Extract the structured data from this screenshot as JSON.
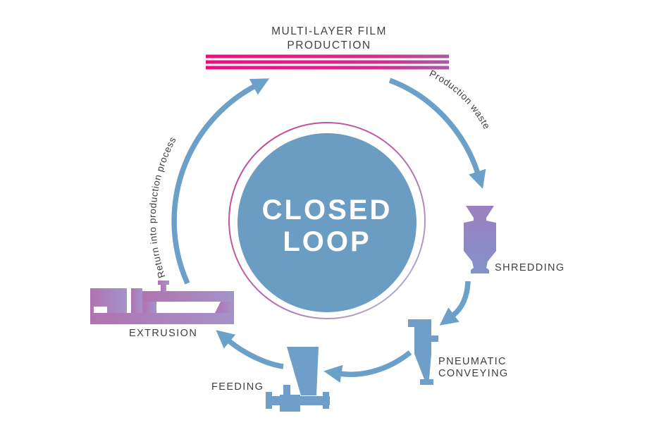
{
  "diagram": {
    "title": {
      "line1": "MULTI-LAYER FILM",
      "line2": "PRODUCTION"
    },
    "center": {
      "line1": "CLOSED",
      "line2": "LOOP"
    },
    "stages": {
      "shredding": "SHREDDING",
      "pneumatic_line1": "PNEUMATIC",
      "pneumatic_line2": "CONVEYING",
      "feeding": "FEEDING",
      "extrusion": "EXTRUSION"
    },
    "flow_labels": {
      "production_waste": "Production waste",
      "return_process": "Return into production process"
    },
    "colors": {
      "arrow_blue": "#6ba1c9",
      "circle_blue": "#6b9cc2",
      "machine_blue": "#6f9fc8",
      "label_text": "#3f3e41",
      "stripe_pink": "#ec0e7f",
      "stripe_purple": "#a75ba5",
      "shredder_top": "#9d80c0",
      "shredder_bottom": "#8292c8",
      "extruder_left": "#b173b0",
      "extruder_right": "#a393ca",
      "ring_pink": "#cc3f8e",
      "ring_light_blue": "#aac4da"
    }
  }
}
